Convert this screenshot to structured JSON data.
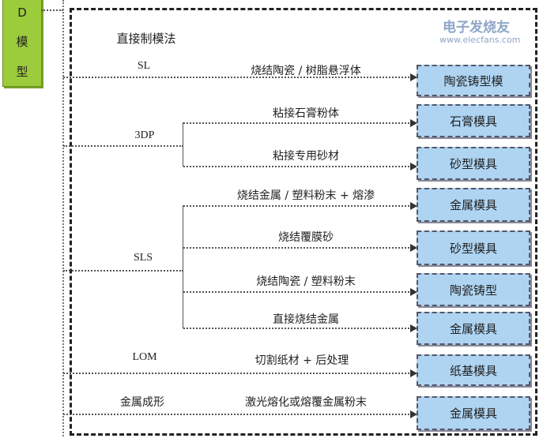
{
  "left_box": {
    "chars": [
      "D",
      "模",
      "型"
    ]
  },
  "title": "直接制模法",
  "groups": [
    {
      "label": "SL",
      "branches": [
        {
          "process": "烧结陶瓷 / 树脂悬浮体",
          "result": "陶瓷铸型模"
        }
      ]
    },
    {
      "label": "3DP",
      "branches": [
        {
          "process": "粘接石膏粉体",
          "result": "石膏模具"
        },
        {
          "process": "粘接专用砂材",
          "result": "砂型模具"
        }
      ]
    },
    {
      "label": "SLS",
      "branches": [
        {
          "process": "烧结金属 / 塑料粉末 + 熔渗",
          "result": "金属模具"
        },
        {
          "process": "烧结覆膜砂",
          "result": "砂型模具"
        },
        {
          "process": "烧结陶瓷 / 塑料粉末",
          "result": "陶瓷铸型"
        },
        {
          "process": "直接烧结金属",
          "result": "金属模具"
        }
      ]
    },
    {
      "label": "LOM",
      "branches": [
        {
          "process": "切割纸材 + 后处理",
          "result": "纸基模具"
        }
      ]
    },
    {
      "label": "金属成形",
      "branches": [
        {
          "process": "激光熔化或熔覆金属粉末",
          "result": "金属模具"
        }
      ]
    }
  ],
  "watermark": {
    "text": "电子发烧友",
    "url": "www.elecfans.com"
  },
  "colors": {
    "left_box": "#9ccc3c",
    "result_box": "#aed4f2"
  }
}
